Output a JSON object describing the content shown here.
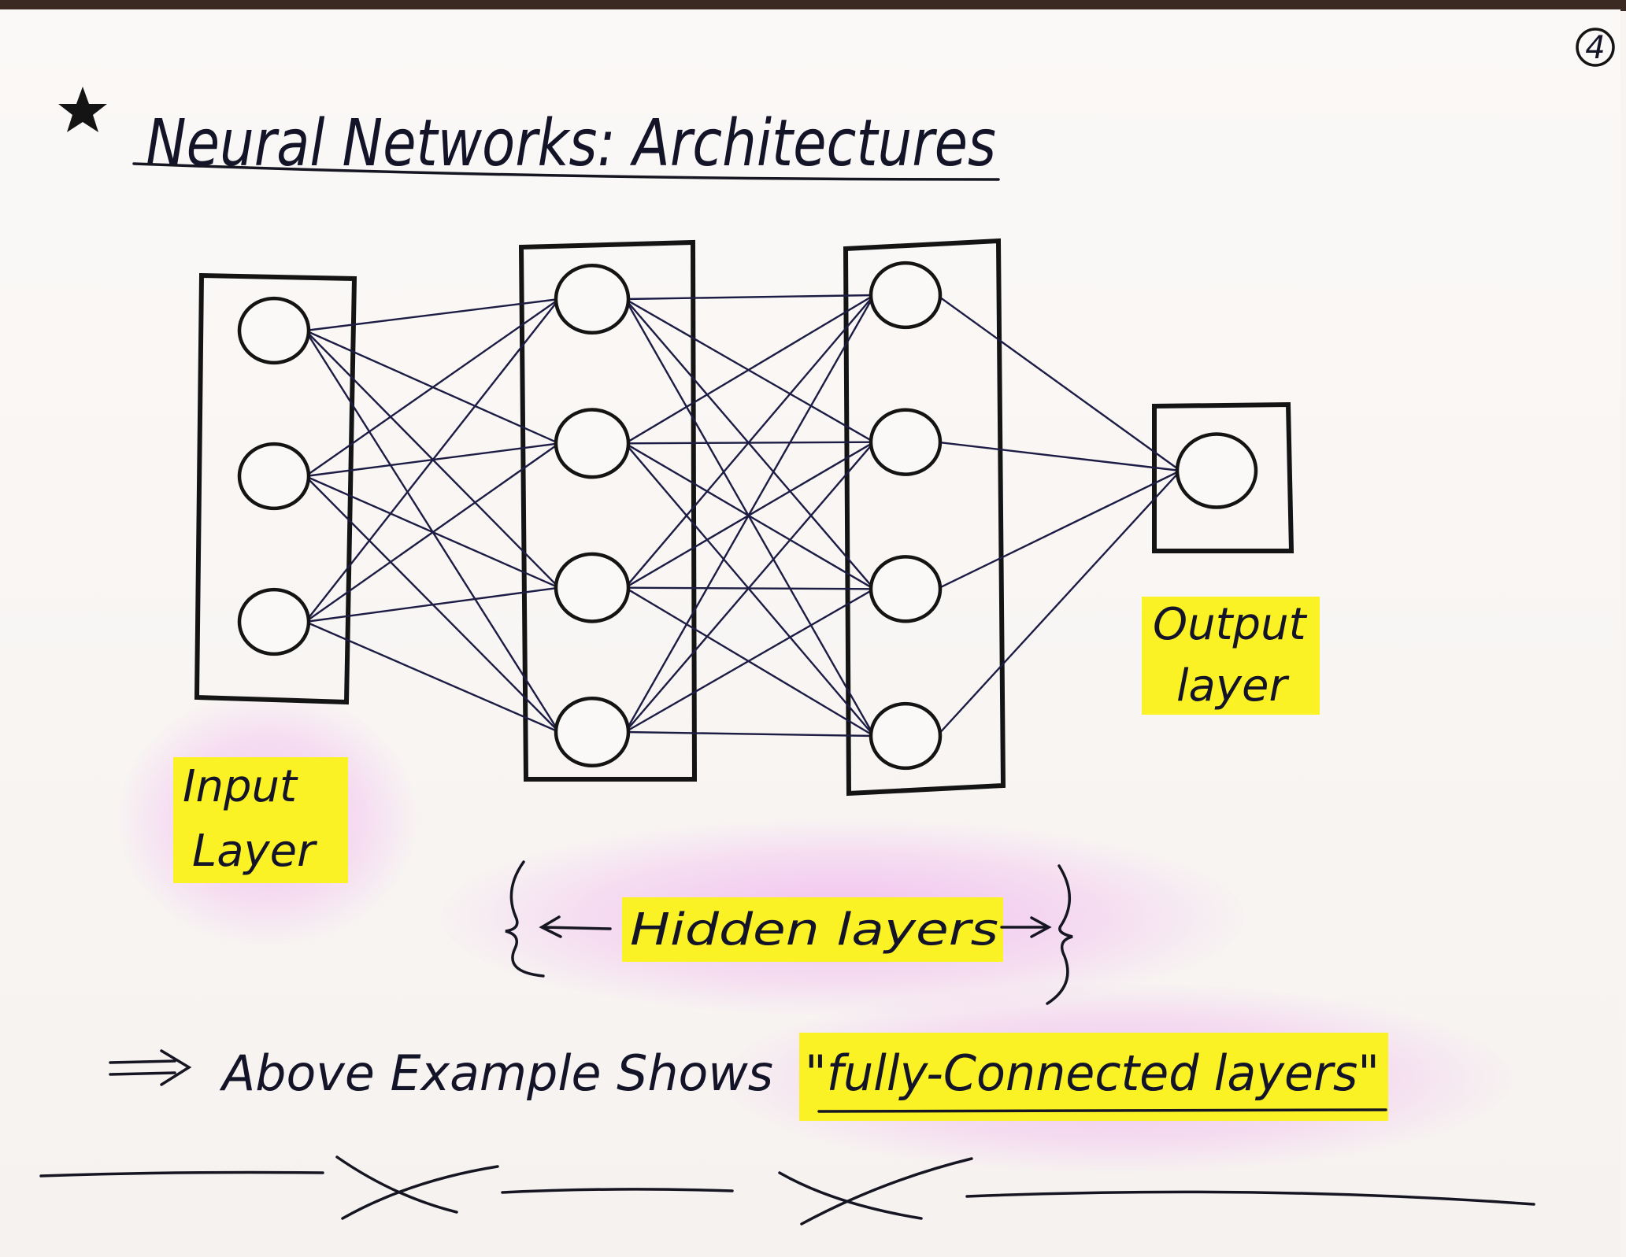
{
  "page_number": "4",
  "title": "Neural Networks: Architectures",
  "labels": {
    "input": [
      "Input",
      "Layer"
    ],
    "output": [
      "Output",
      "layer"
    ],
    "hidden": "Hidden layers"
  },
  "note": {
    "prefix": "Above Example Shows",
    "highlight": "\"fully-Connected layers\""
  },
  "layers": [
    {
      "id": "input",
      "neurons": 3
    },
    {
      "id": "hidden-1",
      "neurons": 4
    },
    {
      "id": "hidden-2",
      "neurons": 4
    },
    {
      "id": "output",
      "neurons": 1
    }
  ],
  "colors": {
    "ink": "#141414",
    "edge": "#1c1c44",
    "highlight": "#fbf225",
    "glow": "#ee96ee",
    "paper": "#f8f5f2"
  }
}
